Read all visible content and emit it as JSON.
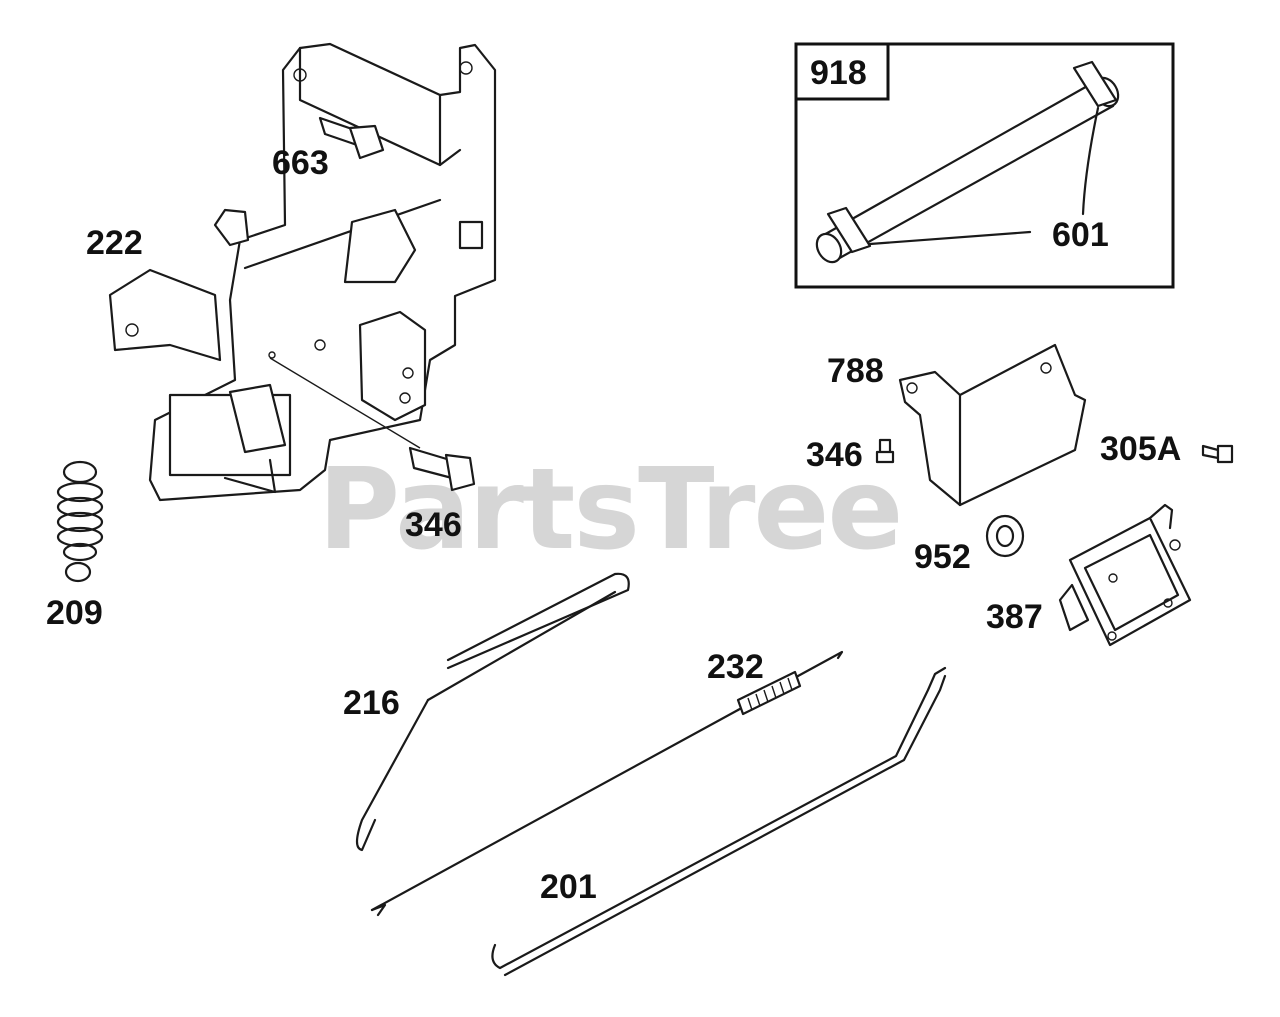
{
  "watermark": "PartsTree",
  "callouts": {
    "c918": "918",
    "c601": "601",
    "c663": "663",
    "c222": "222",
    "c346a": "346",
    "c209": "209",
    "c788": "788",
    "c346b": "346",
    "c305a": "305A",
    "c952": "952",
    "c387": "387",
    "c232": "232",
    "c216": "216",
    "c201": "201"
  }
}
